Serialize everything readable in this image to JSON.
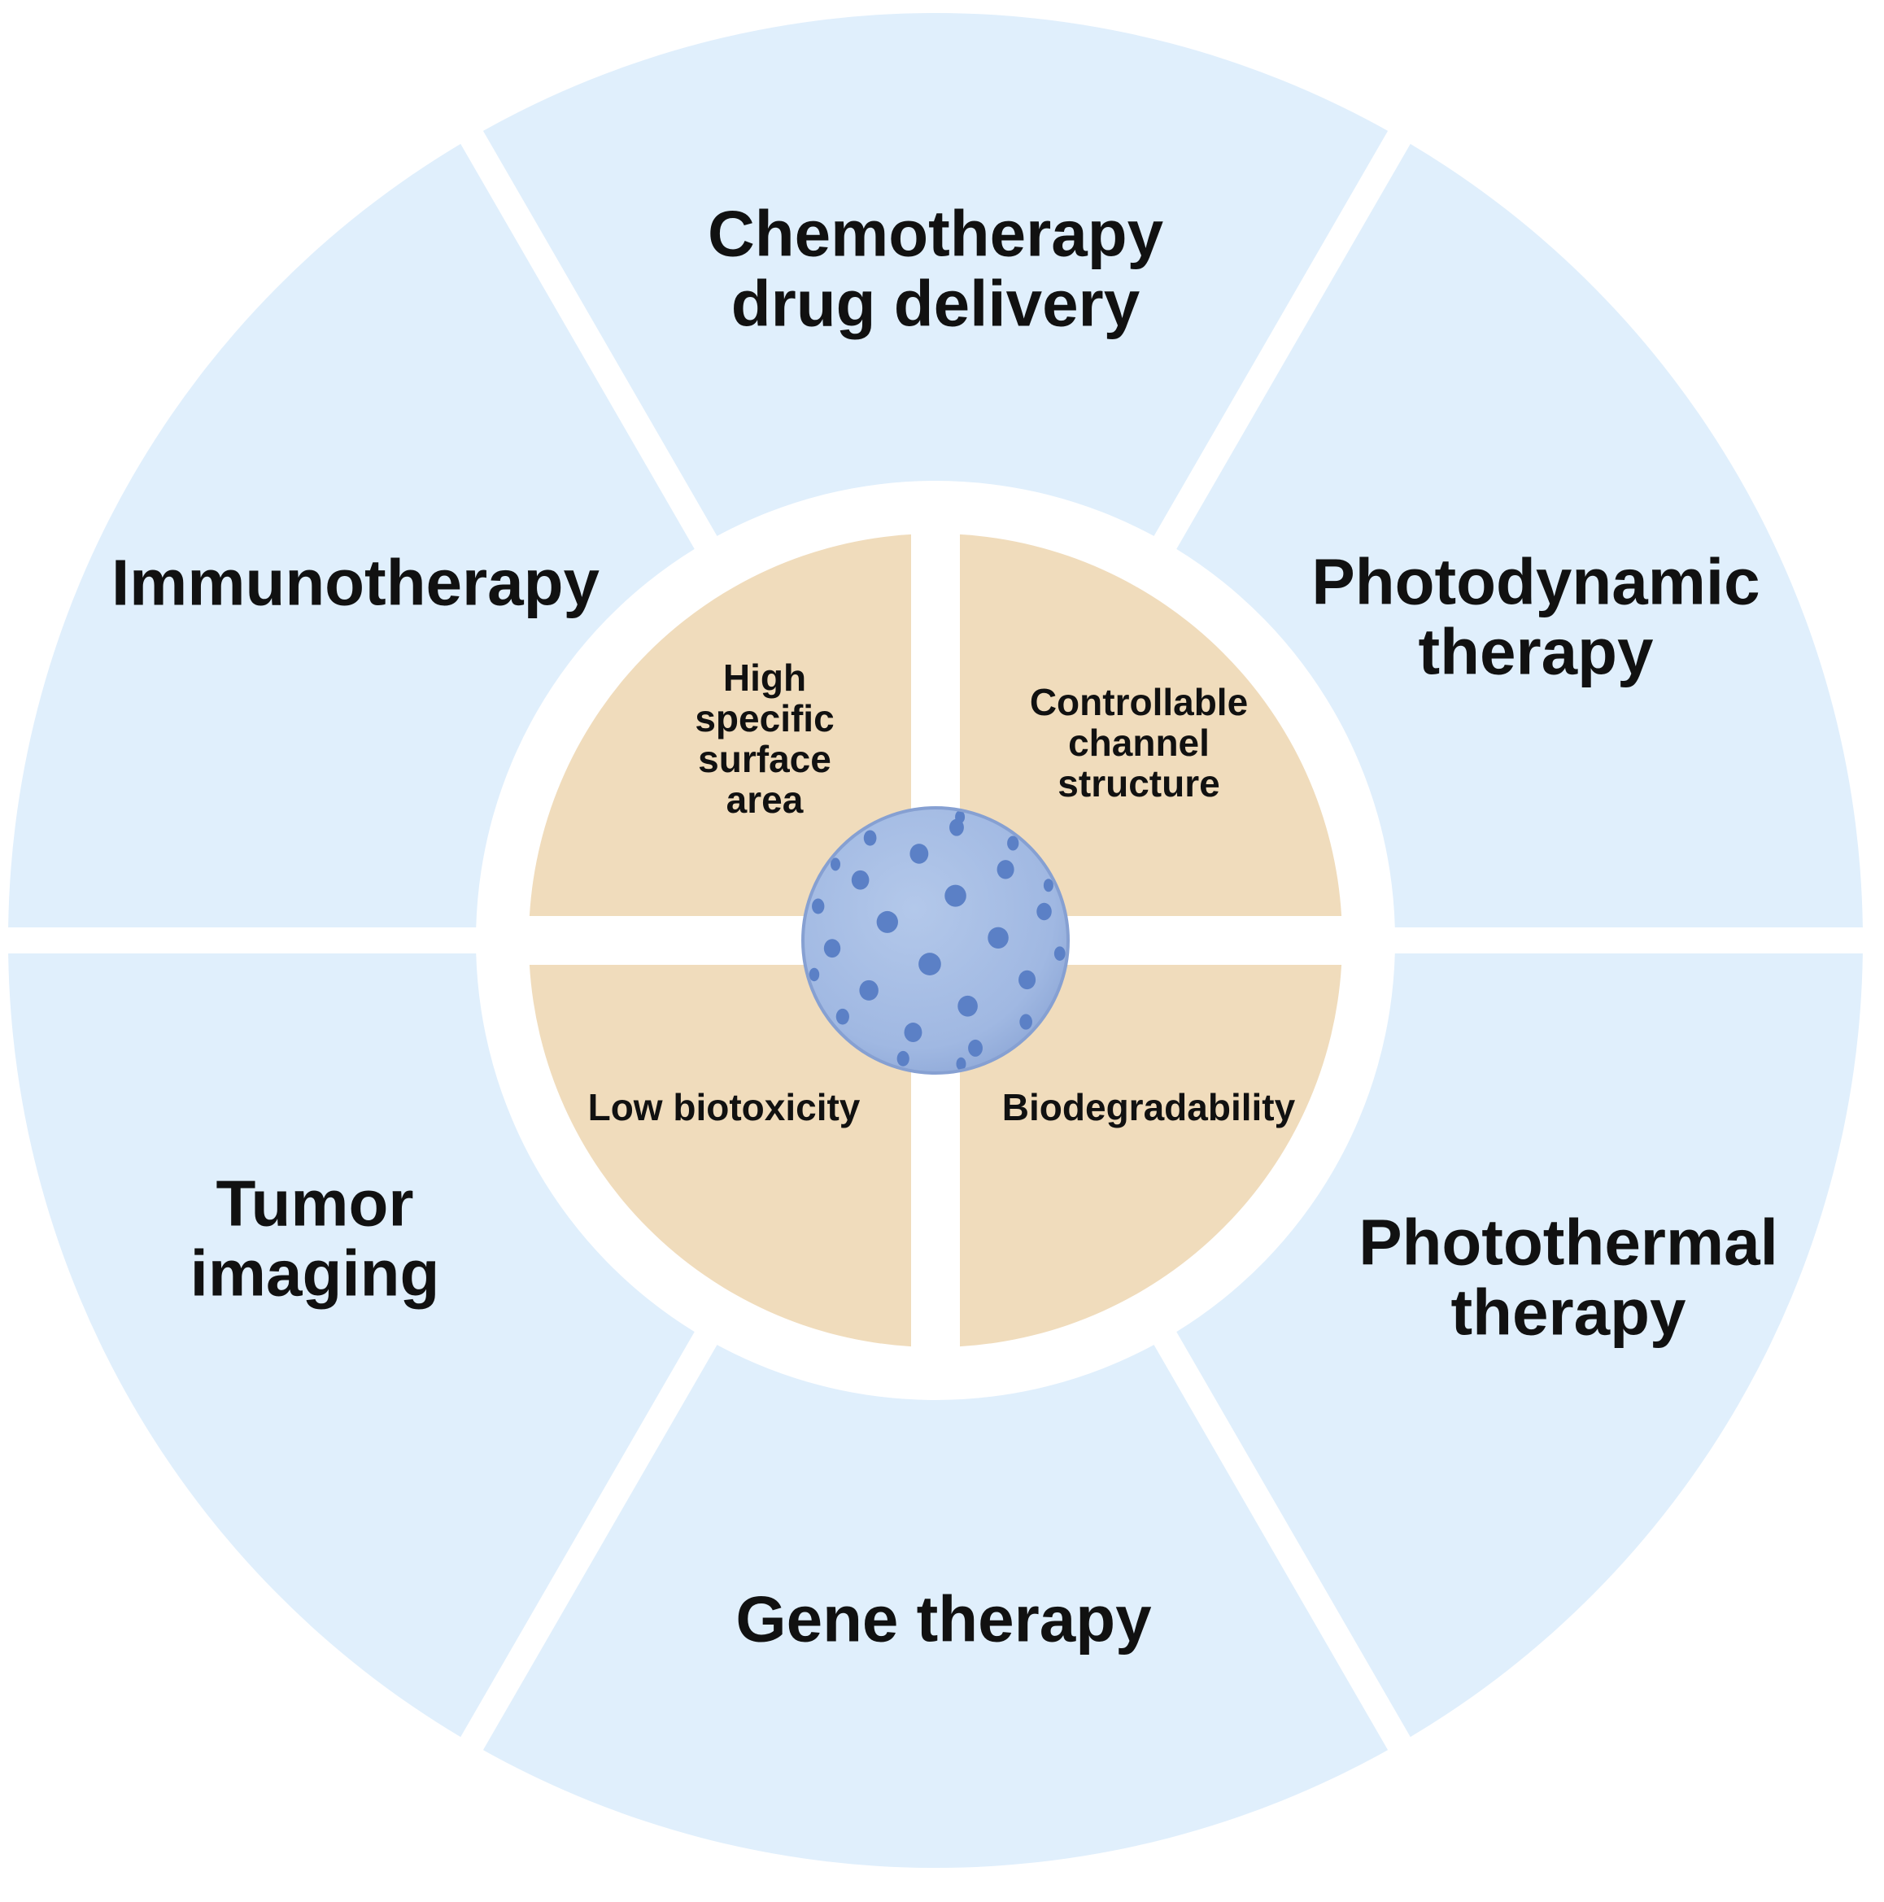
{
  "colors": {
    "background": "#ffffff",
    "outer_segment": "#e0effc",
    "inner_quadrant": "#f0dcbc",
    "particle_body": "#a5bde4",
    "particle_shade": "#8ea8d8",
    "particle_pore": "#5b80c6",
    "text": "#111111"
  },
  "icon": "mesoporous-nanoparticle-icon",
  "outer_segments": [
    {
      "id": "chemotherapy",
      "lines": [
        "Chemotherapy",
        "drug delivery"
      ]
    },
    {
      "id": "photodynamic",
      "lines": [
        "Photodynamic",
        "therapy"
      ]
    },
    {
      "id": "photothermal",
      "lines": [
        "Photothermal",
        "therapy"
      ]
    },
    {
      "id": "gene",
      "lines": [
        "Gene therapy"
      ]
    },
    {
      "id": "tumor-imaging",
      "lines": [
        "Tumor",
        "imaging"
      ]
    },
    {
      "id": "immunotherapy",
      "lines": [
        "Immunotherapy"
      ]
    }
  ],
  "inner_quadrants": [
    {
      "id": "surface-area",
      "lines": [
        "High",
        "specific",
        "surface",
        "area"
      ]
    },
    {
      "id": "channel",
      "lines": [
        "Controllable",
        "channel",
        "structure"
      ]
    },
    {
      "id": "biotoxicity",
      "lines": [
        "Low biotoxicity"
      ]
    },
    {
      "id": "biodegradability",
      "lines": [
        "Biodegradability"
      ]
    }
  ]
}
